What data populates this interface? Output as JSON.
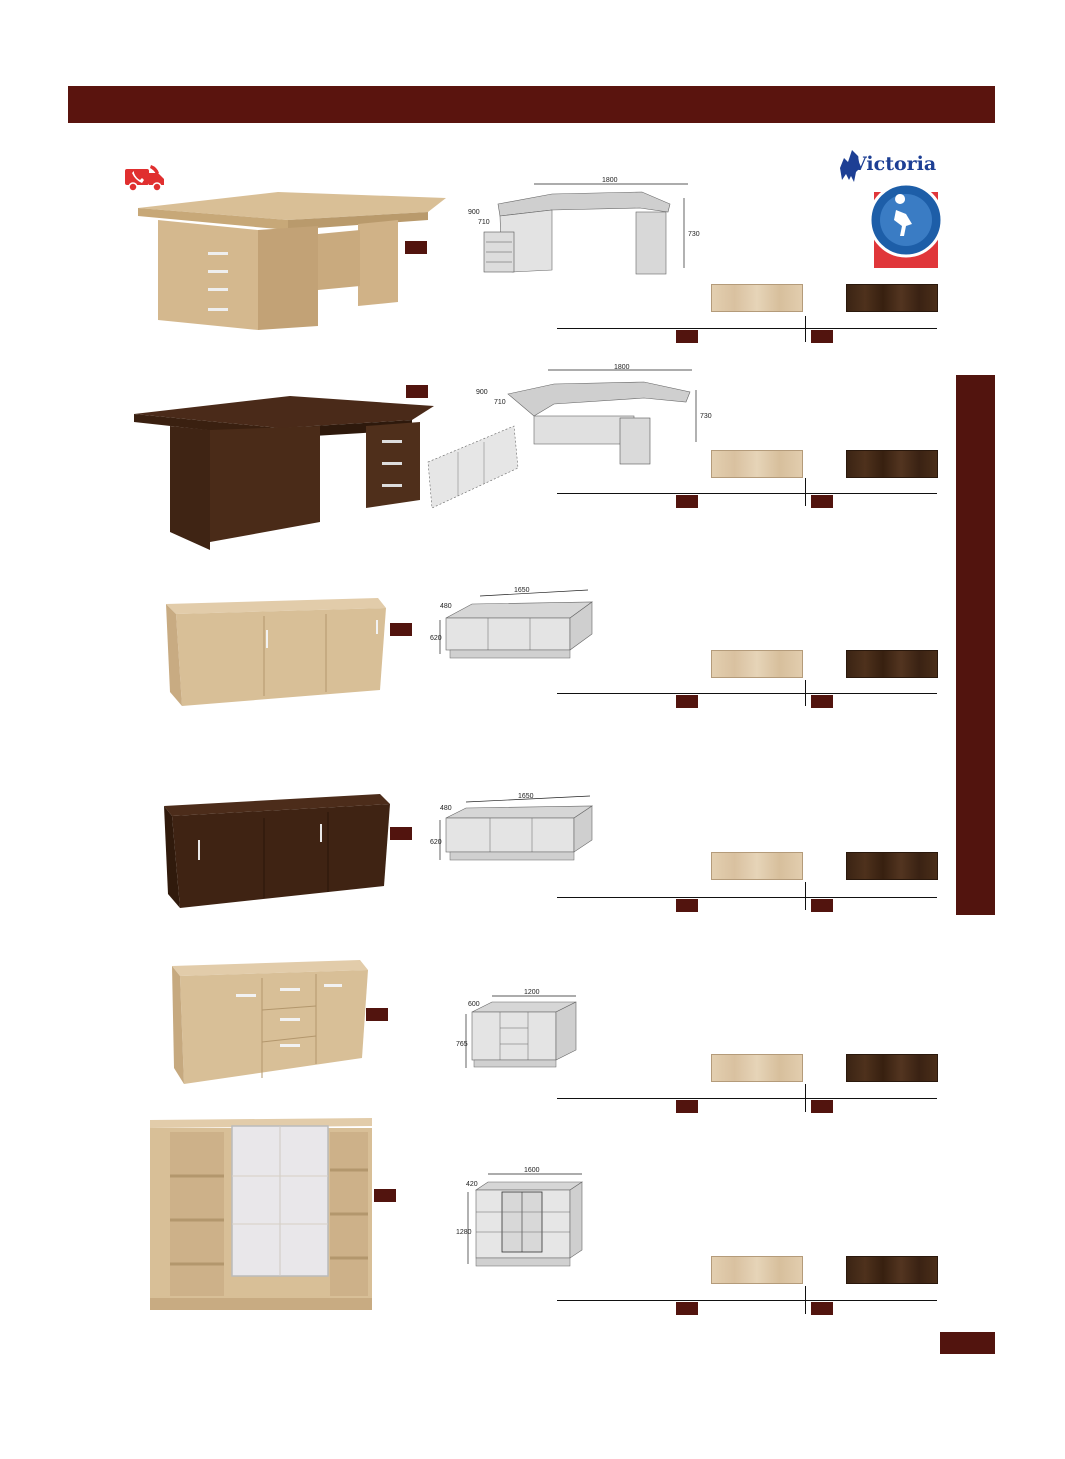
{
  "brand": {
    "name": "Victoria",
    "colors": {
      "header": "#5a140e",
      "badge_red": "#e02f2f",
      "brand_blue": "#1d3f94",
      "light_swatch": "#e0ccac",
      "dark_swatch": "#44291a"
    }
  },
  "products": [
    {
      "id": "desk-light",
      "dims": {
        "width": "1800",
        "depth_total": "900",
        "depth_ext": "710",
        "height": "730"
      }
    },
    {
      "id": "desk-dark-with-cabinet",
      "dims": {
        "width": "1800",
        "depth_total": "900",
        "depth_ext": "710",
        "height": "730"
      }
    },
    {
      "id": "credenza-light",
      "dims": {
        "depth": "480",
        "width": "1650",
        "height": "620"
      }
    },
    {
      "id": "credenza-dark",
      "dims": {
        "depth": "480",
        "width": "1650",
        "height": "620"
      }
    },
    {
      "id": "sideboard-light",
      "dims": {
        "depth": "600",
        "width": "1200",
        "height": "765"
      }
    },
    {
      "id": "bookcase-light",
      "dims": {
        "depth": "420",
        "width": "1600",
        "height": "1280"
      }
    }
  ],
  "finish_options": [
    "light-oak",
    "dark-wenge"
  ]
}
